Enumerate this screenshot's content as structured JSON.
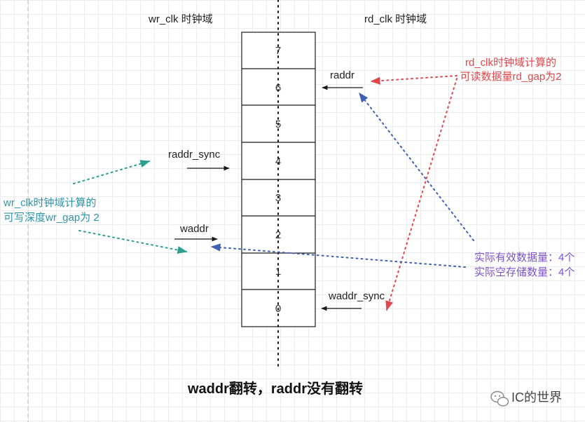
{
  "header": {
    "left": "wr_clk 时钟域",
    "right": "rd_clk 时钟域"
  },
  "fifo": {
    "cells": [
      "7",
      "6",
      "5",
      "4",
      "3",
      "2",
      "1",
      "0"
    ]
  },
  "pointers": {
    "raddr": "raddr",
    "raddr_sync": "raddr_sync",
    "waddr": "waddr",
    "waddr_sync": "waddr_sync"
  },
  "notes": {
    "rd_gap": [
      "rd_clk时钟域计算的",
      "可读数据量rd_gap为2"
    ],
    "wr_gap": [
      "wr_clk时钟域计算的",
      "可写深度wr_gap为 2"
    ],
    "actual": [
      "实际有效数据量：4个",
      "实际空存储数量：4个"
    ]
  },
  "caption": "waddr翻转，raddr没有翻转",
  "watermark": "IC的世界",
  "colors": {
    "red": "#e0474c",
    "teal": "#2b9e8f",
    "teal_text": "#2f93a8",
    "blue": "#3f5fb4",
    "purple": "#7b52c9",
    "stroke": "#1a1a1a"
  },
  "icons": [
    "wechat-logo-icon"
  ]
}
